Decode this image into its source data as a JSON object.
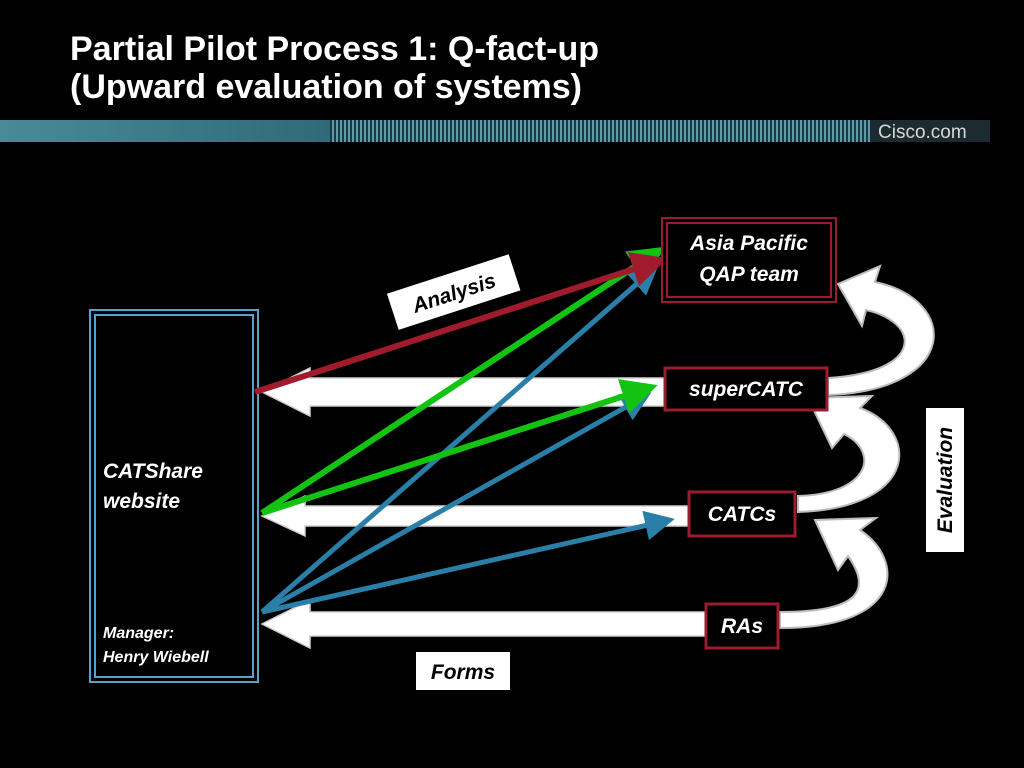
{
  "slide": {
    "title_line1": "Partial Pilot Process 1: Q-fact-up",
    "title_line2": "(Upward evaluation of systems)",
    "brand": "Cisco.com"
  },
  "website": {
    "name_line1": "CATShare",
    "name_line2": "website",
    "manager_label": "Manager:",
    "manager_name": "Henry Wiebell"
  },
  "nodes": {
    "asia_line1": "Asia Pacific",
    "asia_line2": "QAP team",
    "supercatc": "superCATC",
    "catcs": "CATCs",
    "ras": "RAs"
  },
  "tags": {
    "analysis": "Analysis",
    "forms": "Forms",
    "evaluation": "Evaluation"
  },
  "colors": {
    "analysis_arrow": "#a01c2c",
    "green_arrow": "#12c312",
    "blue_arrow": "#2a7fa8",
    "node_border": "#9b1b2f",
    "website_border": "#5aa0c8",
    "header_bar": "#3e7e8e"
  }
}
